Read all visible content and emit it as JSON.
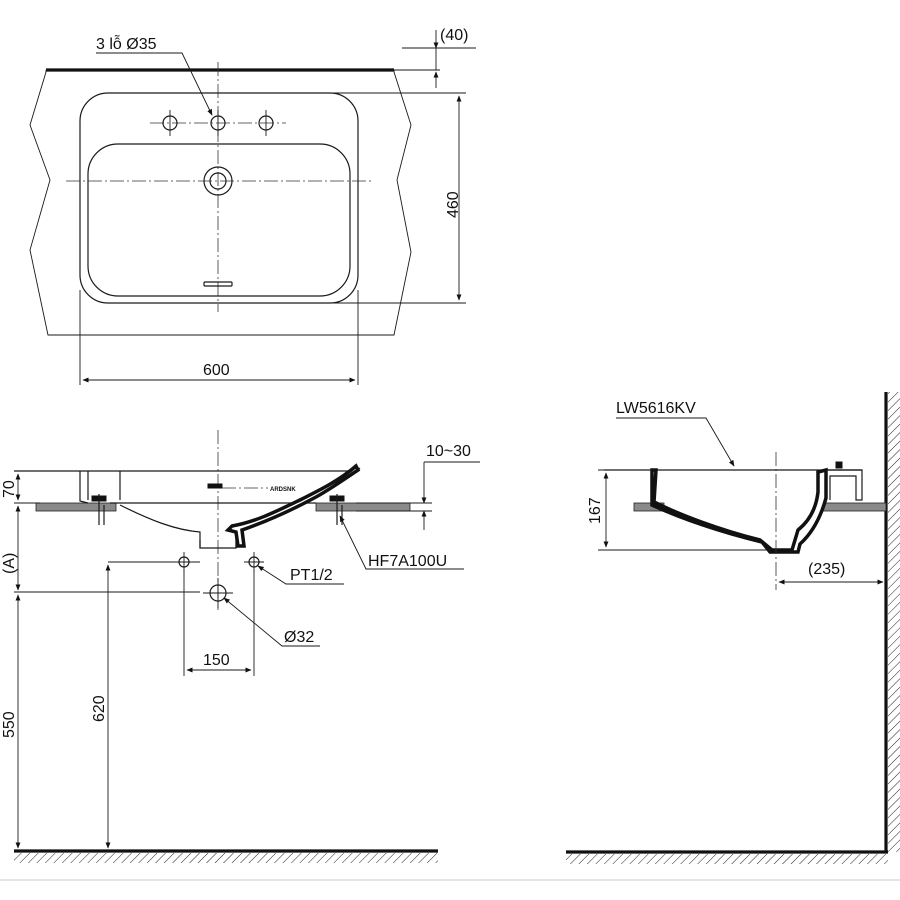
{
  "top_view": {
    "holes_label": "3 lỗ Ø35",
    "dim_offset": "(40)",
    "dim_depth": "460",
    "dim_width": "600"
  },
  "front_view": {
    "dim_counter_thickness": "10~30",
    "dim_rim": "70",
    "dim_A": "(A)",
    "label_drain": "HF7A100U",
    "label_supply": "PT1/2",
    "label_waste": "Ø32",
    "dim_spacing": "150",
    "dim_supply_height": "550",
    "dim_waste_height": "620",
    "model_mark": "ARDSNK"
  },
  "side_view": {
    "model_label": "LW5616KV",
    "dim_height": "167",
    "dim_wall": "(235)"
  }
}
